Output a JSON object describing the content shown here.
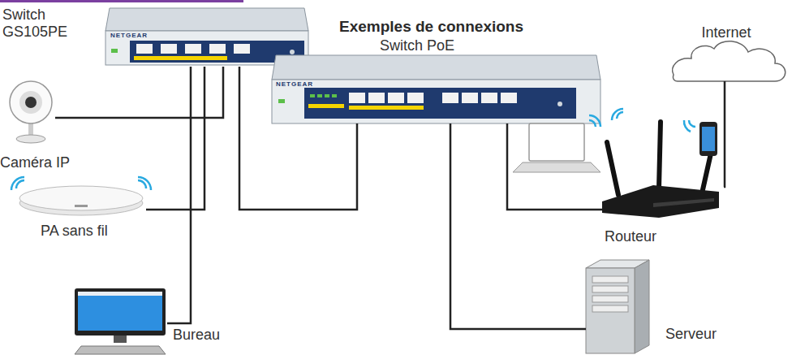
{
  "diagram": {
    "title": "Exemples de connexions",
    "nodes": [
      {
        "text": [
          "Switch GS105PE"
        ]
      },
      {
        "text": [
          "Caméra IP"
        ]
      },
      {
        "text": [
          "PA sans fil"
        ]
      },
      {
        "text": [
          "Bureau"
        ]
      },
      {
        "text": [
          "Switch PoE"
        ]
      },
      {
        "text": [
          "Routeur"
        ]
      },
      {
        "text": [
          "Serveur"
        ]
      },
      {
        "text": [
          "Internet"
        ]
      }
    ],
    "edges": [
      {
        "from": 0,
        "to": 1,
        "arrow": "none"
      },
      {
        "from": 0,
        "to": 2,
        "arrow": "none"
      },
      {
        "from": 0,
        "to": 3,
        "arrow": "none"
      },
      {
        "from": 0,
        "to": 4,
        "arrow": "none"
      },
      {
        "from": 4,
        "to": 6,
        "arrow": "none"
      },
      {
        "from": 4,
        "to": 5,
        "arrow": "none"
      },
      {
        "from": 5,
        "to": 7,
        "arrow": "none"
      }
    ],
    "labels": [
      "NETGEAR",
      "NETGEAR"
    ]
  }
}
